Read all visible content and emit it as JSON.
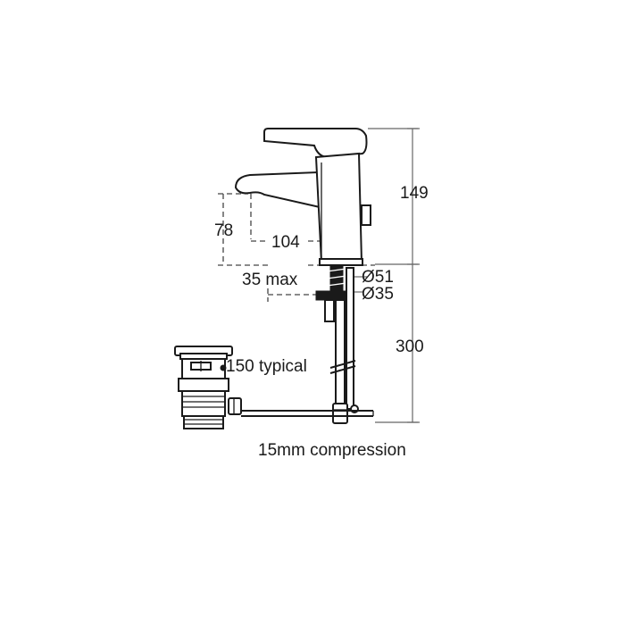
{
  "labels": {
    "height_149": "149",
    "height_78": "78",
    "reach_104": "104",
    "deck_35max": "35 max",
    "diam_51": "Ø51",
    "diam_35": "Ø35",
    "length_300": "300",
    "length_150": "150 typical",
    "connection": "15mm compression"
  }
}
